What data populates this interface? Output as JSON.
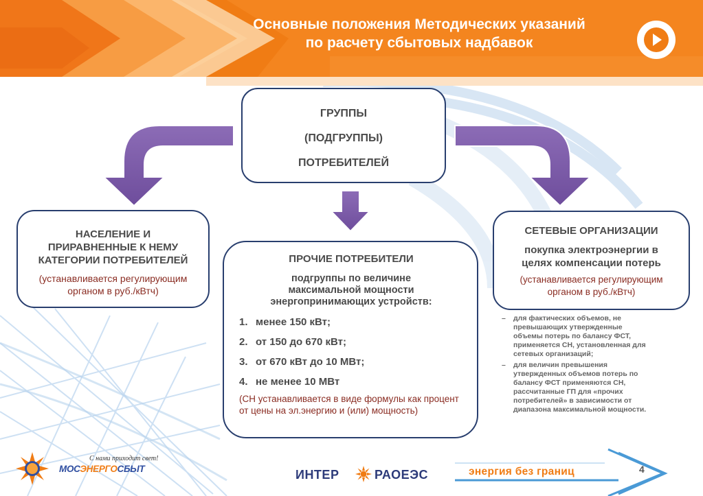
{
  "header": {
    "title_line1": "Основные положения Методических указаний",
    "title_line2": "по расчету сбытовых надбавок",
    "play_button": "play-icon"
  },
  "groups_box": {
    "line1": "ГРУППЫ",
    "line2": "(ПОДГРУППЫ)",
    "line3": "ПОТРЕБИТЕЛЕЙ"
  },
  "population_box": {
    "line1": "НАСЕЛЕНИЕ И",
    "line2": "ПРИРАВНЕННЫЕ К НЕМУ",
    "line3": "КАТЕГОРИИ ПОТРЕБИТЕЛЕЙ",
    "note_line1": "(устанавливается регулирующим",
    "note_line2": "органом в руб./кВтч)"
  },
  "other_box": {
    "title": "ПРОЧИЕ ПОТРЕБИТЕЛИ",
    "sub_line1": "подгруппы по величине",
    "sub_line2": "максимальной мощности",
    "sub_line3": "энергопринимающих устройств:",
    "items": [
      {
        "num": "1.",
        "text": "менее 150 кВт;"
      },
      {
        "num": "2.",
        "text": "от 150 до 670 кВт;"
      },
      {
        "num": "3.",
        "text": "от 670 кВт до 10 МВт;"
      },
      {
        "num": "4.",
        "text": "не менее 10 МВт"
      }
    ],
    "note_line1": "(СН устанавливается в виде формулы как процент",
    "note_line2": "от цены на эл.энергию и (или) мощность)"
  },
  "network_box": {
    "title": "СЕТЕВЫЕ ОРГАНИЗАЦИИ",
    "sub_line1": "покупка электроэнергии в",
    "sub_line2": "целях компенсации потерь",
    "note_line1": "(устанавливается регулирующим",
    "note_line2": "органом в руб./кВтч)"
  },
  "notes": [
    {
      "dash": "–",
      "lines": [
        "для фактических объемов, не",
        "превышающих утвержденные",
        "объемы потерь по балансу ФСТ,",
        "применяется СН, установленная для",
        "сетевых организаций;"
      ]
    },
    {
      "dash": "–",
      "lines": [
        "для величин превышения",
        "утвержденных объемов потерь по",
        "балансу ФСТ применяются СН,",
        "рассчитанные ГП для «прочих",
        "потребителей» в зависимости от",
        "диапазона максимальной мощности."
      ]
    }
  ],
  "footer": {
    "mos_slogan": "С нами приходит свет!",
    "mos_part1": "МОС",
    "mos_part2": "ЭНЕРГО",
    "mos_part3": "СБЫТ",
    "inter_left": "ИНТЕР",
    "inter_right": "РАОЕЭС",
    "slogan": "энергия без границ",
    "page_number": "4"
  },
  "colors": {
    "orange": "#f07c14",
    "navy": "#283e6e",
    "purple_arrow": "#7d5ba6",
    "note_red": "#8a2c22"
  }
}
